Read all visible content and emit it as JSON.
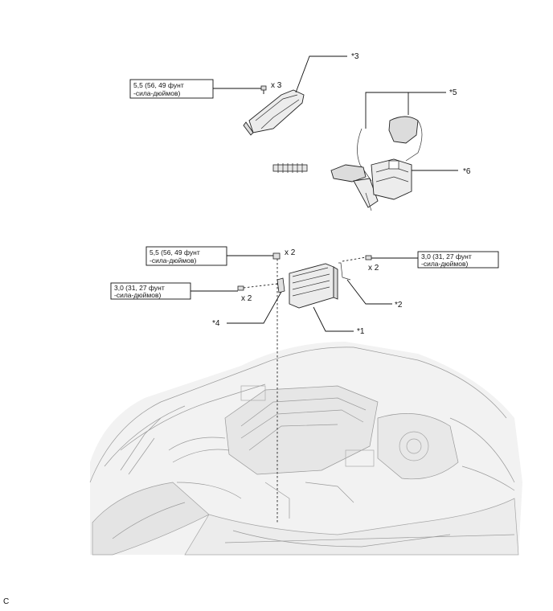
{
  "callouts": {
    "c1": "*1",
    "c2": "*2",
    "c3": "*3",
    "c4": "*4",
    "c5": "*5",
    "c6": "*6"
  },
  "torque": {
    "cover_bolt": {
      "line1": "5,5 (56, 49 фунт",
      "line2": "-сила-дюймов)",
      "qty": "x 3"
    },
    "ecu_nut": {
      "line1": "5,5 (56, 49 фунт",
      "line2": "-сила-дюймов)",
      "qty": "x 2"
    },
    "right_bolt": {
      "line1": "3,0 (31, 27 фунт",
      "line2": "-сила-дюймов)",
      "qty": "x 2"
    },
    "left_bolt": {
      "line1": "3,0 (31, 27 фунт",
      "line2": "-сила-дюймов)",
      "qty": "x 2"
    }
  },
  "corner_code": "C"
}
